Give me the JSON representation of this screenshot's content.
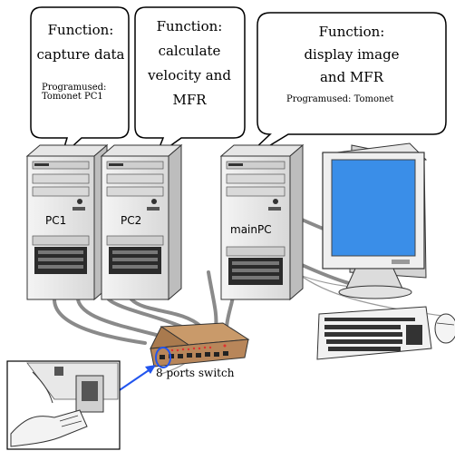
{
  "bubbles": [
    {
      "lines": [
        "Function:",
        "capture data"
      ],
      "program": [
        "Programused:",
        "Tomonet PC1"
      ]
    },
    {
      "lines": [
        "Function:",
        "calculate",
        "velocity and",
        "MFR"
      ],
      "program": []
    },
    {
      "lines": [
        "Function:",
        "display image",
        "and MFR"
      ],
      "program": [
        "Programused:  Tomonet"
      ]
    }
  ],
  "computers": {
    "pc1": "PC1",
    "pc2": "PC2",
    "main": "mainPC"
  },
  "switch": {
    "label": "8 ports switch"
  },
  "colors": {
    "screen": "#3a8ee8",
    "switch_body": "#b8865a",
    "cable": "#8a8a8a",
    "highlight_ring": "#2255ee"
  }
}
